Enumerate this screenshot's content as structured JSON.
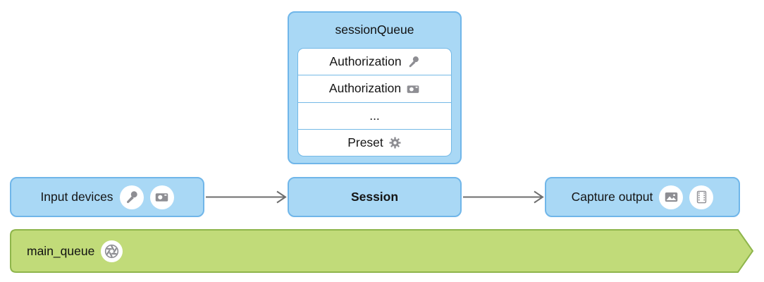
{
  "session_queue": {
    "title": "sessionQueue",
    "rows": [
      {
        "label": "Authorization",
        "icon": "microphone-icon"
      },
      {
        "label": "Authorization",
        "icon": "camera-icon"
      },
      {
        "label": "...",
        "icon": "none"
      },
      {
        "label": "Preset",
        "icon": "gear-icon"
      }
    ]
  },
  "nodes": {
    "input_devices": {
      "label": "Input devices",
      "icons": [
        "microphone-icon",
        "camera-icon"
      ]
    },
    "session": {
      "label": "Session"
    },
    "capture_output": {
      "label": "Capture output",
      "icons": [
        "photo-icon",
        "film-icon"
      ]
    }
  },
  "main_queue": {
    "label": "main_queue",
    "icon": "aperture-icon"
  },
  "colors": {
    "box_fill": "#a9d8f5",
    "box_border": "#70b6e9",
    "row_divider": "#74b9e6",
    "banner_fill": "#c1db79",
    "banner_border": "#8eb54b",
    "icon_gray": "#8e8e93",
    "arrow_gray": "#6e6e6e",
    "text": "#111111"
  }
}
